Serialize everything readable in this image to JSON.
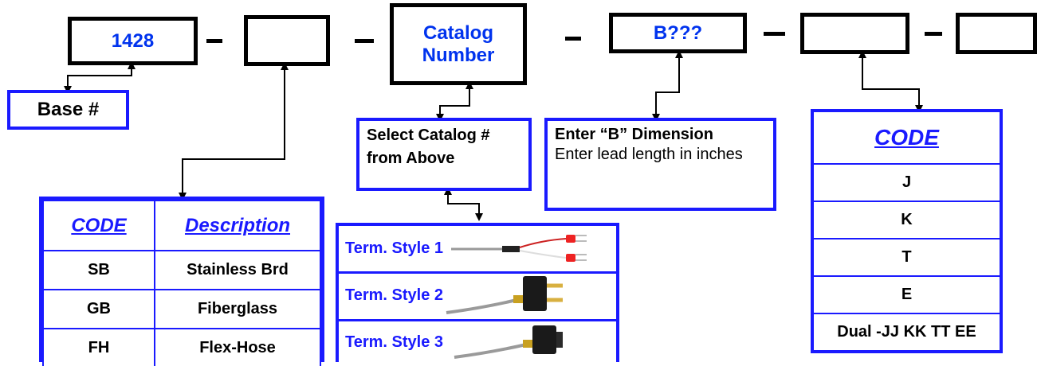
{
  "part_number": {
    "base_box": "1428",
    "sheath_box": "",
    "catalog_box": "Catalog Number",
    "b_box": "B???",
    "code_box": "",
    "last_box": ""
  },
  "base_label": "Base #",
  "select_catalog": "Select Catalog # from Above",
  "enter_b": {
    "title": "Enter “B” Dimension",
    "description": "Enter lead length in inches"
  },
  "sheath_table": {
    "headers": [
      "CODE",
      "Description"
    ],
    "rows": [
      {
        "code": "SB",
        "description": "Stainless Brd"
      },
      {
        "code": "GB",
        "description": "Fiberglass"
      },
      {
        "code": "FH",
        "description": "Flex-Hose"
      }
    ]
  },
  "terminations": [
    {
      "label": "Term. Style 1",
      "image": "wire-leads-with-fork-terminals"
    },
    {
      "label": "Term. Style 2",
      "image": "standard-thermocouple-plug"
    },
    {
      "label": "Term. Style 3",
      "image": "miniature-thermocouple-plug"
    }
  ],
  "code_table": {
    "header": "CODE",
    "rows": [
      "J",
      "K",
      "T",
      "E",
      "Dual -JJ KK TT EE"
    ]
  },
  "colors": {
    "accent": "#1a1aff",
    "text_blue": "#0033ee",
    "line": "#000000"
  }
}
